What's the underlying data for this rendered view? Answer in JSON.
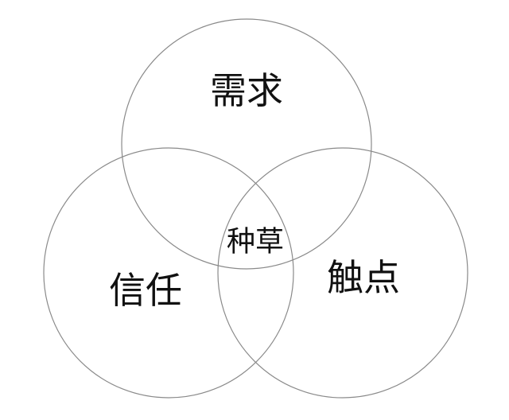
{
  "diagram": {
    "type": "venn",
    "circles": [
      {
        "id": "top",
        "label": "需求"
      },
      {
        "id": "left",
        "label": "信任"
      },
      {
        "id": "right",
        "label": "触点"
      }
    ],
    "intersection": {
      "label": "种草"
    },
    "stroke_color": "#8a8a8a",
    "text_color": "#111111",
    "background_color": "#ffffff"
  }
}
